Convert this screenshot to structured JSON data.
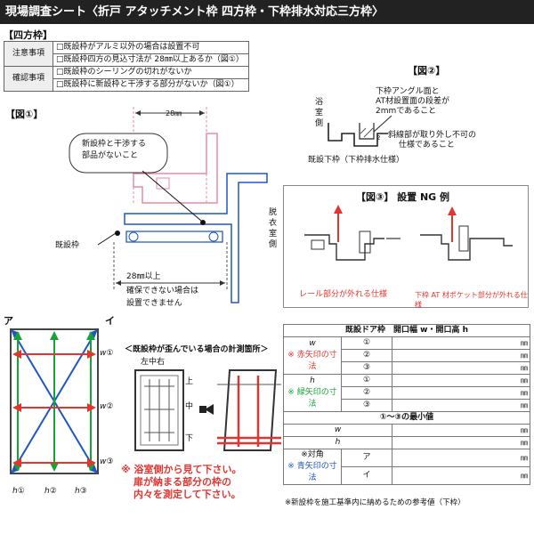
{
  "header": {
    "title": "現場調査シート〈折戸 アタッチメント枠 四方枠・下枠排水対応三方枠〉"
  },
  "section": {
    "tag": "【四方枠】"
  },
  "notes": {
    "caution_label": "注意事項",
    "caution_1": "□既設枠がアルミ以外の場合は設置不可",
    "caution_2": "□既設枠四方の見込寸法が 28㎜以上あるか（図①）",
    "check_label": "確認事項",
    "check_1": "□既設枠のシーリングの切れがないか",
    "check_2": "□既設枠に新設枠と干渉する部分がないか（図①）"
  },
  "fig1": {
    "label": "【図①】",
    "dim_top": "28㎜",
    "callout_1": "新設枠と干渉する",
    "callout_2": "部品がないこと",
    "existing_frame": "既設枠",
    "room_1": "脱",
    "room_2": "衣",
    "room_3": "室",
    "room_4": "側",
    "dim_bottom": "28㎜以上",
    "note_1": "確保できない場合は",
    "note_2": "設置できません"
  },
  "fig2": {
    "label": "【図②】",
    "bath_1": "浴",
    "bath_2": "室",
    "bath_3": "側",
    "note_1": "下枠アングル面と",
    "note_2": "AT材設置面の段差が",
    "note_3": "2mmであること",
    "mark": "2",
    "note_4": "斜線部が取り外し不可の",
    "note_5": "仕様であること",
    "caption": "既設下枠（下枠排水仕様）"
  },
  "fig3": {
    "label": "【図③】 設置 NG 例",
    "caption_left": "レール部分が外れる仕様",
    "caption_right": "下枠 AT 材ポケット部分が外れる仕様"
  },
  "diagram": {
    "corner_a": "ア",
    "corner_i": "イ",
    "w1": "w①",
    "w2": "w②",
    "w3": "w③",
    "h1": "h①",
    "h2": "h②",
    "h3": "h③",
    "warn_1": "※ 浴室側から見て下さい。",
    "warn_2": "扉が納まる部分の枠の",
    "warn_3": "内々を測定して下さい。"
  },
  "distortion": {
    "title": "＜既設枠が歪んでいる場合の計測箇所＞",
    "lr": "左中右",
    "top": "上",
    "mid": "中",
    "bottom": "下"
  },
  "measure_table": {
    "title": "既設ドア枠　開口幅 w・開口高 h",
    "w_label": "w",
    "w_note": "※ 赤矢印の寸法",
    "h_label": "h",
    "h_note": "※ 緑矢印の寸法",
    "c1": "①",
    "c2": "②",
    "c3": "③",
    "unit": "㎜",
    "min_title": "①〜③の最小値",
    "diag_label": "※対角",
    "diag_note": "※ 青矢印の寸法",
    "diag_a": "ア",
    "diag_i": "イ",
    "footnote": "※新設枠を施工基準内に納めるための参考値（下枠）"
  },
  "colors": {
    "red": "#e3342f",
    "green": "#17a338",
    "blue": "#1f57c3",
    "pink": "#e98aa5"
  }
}
